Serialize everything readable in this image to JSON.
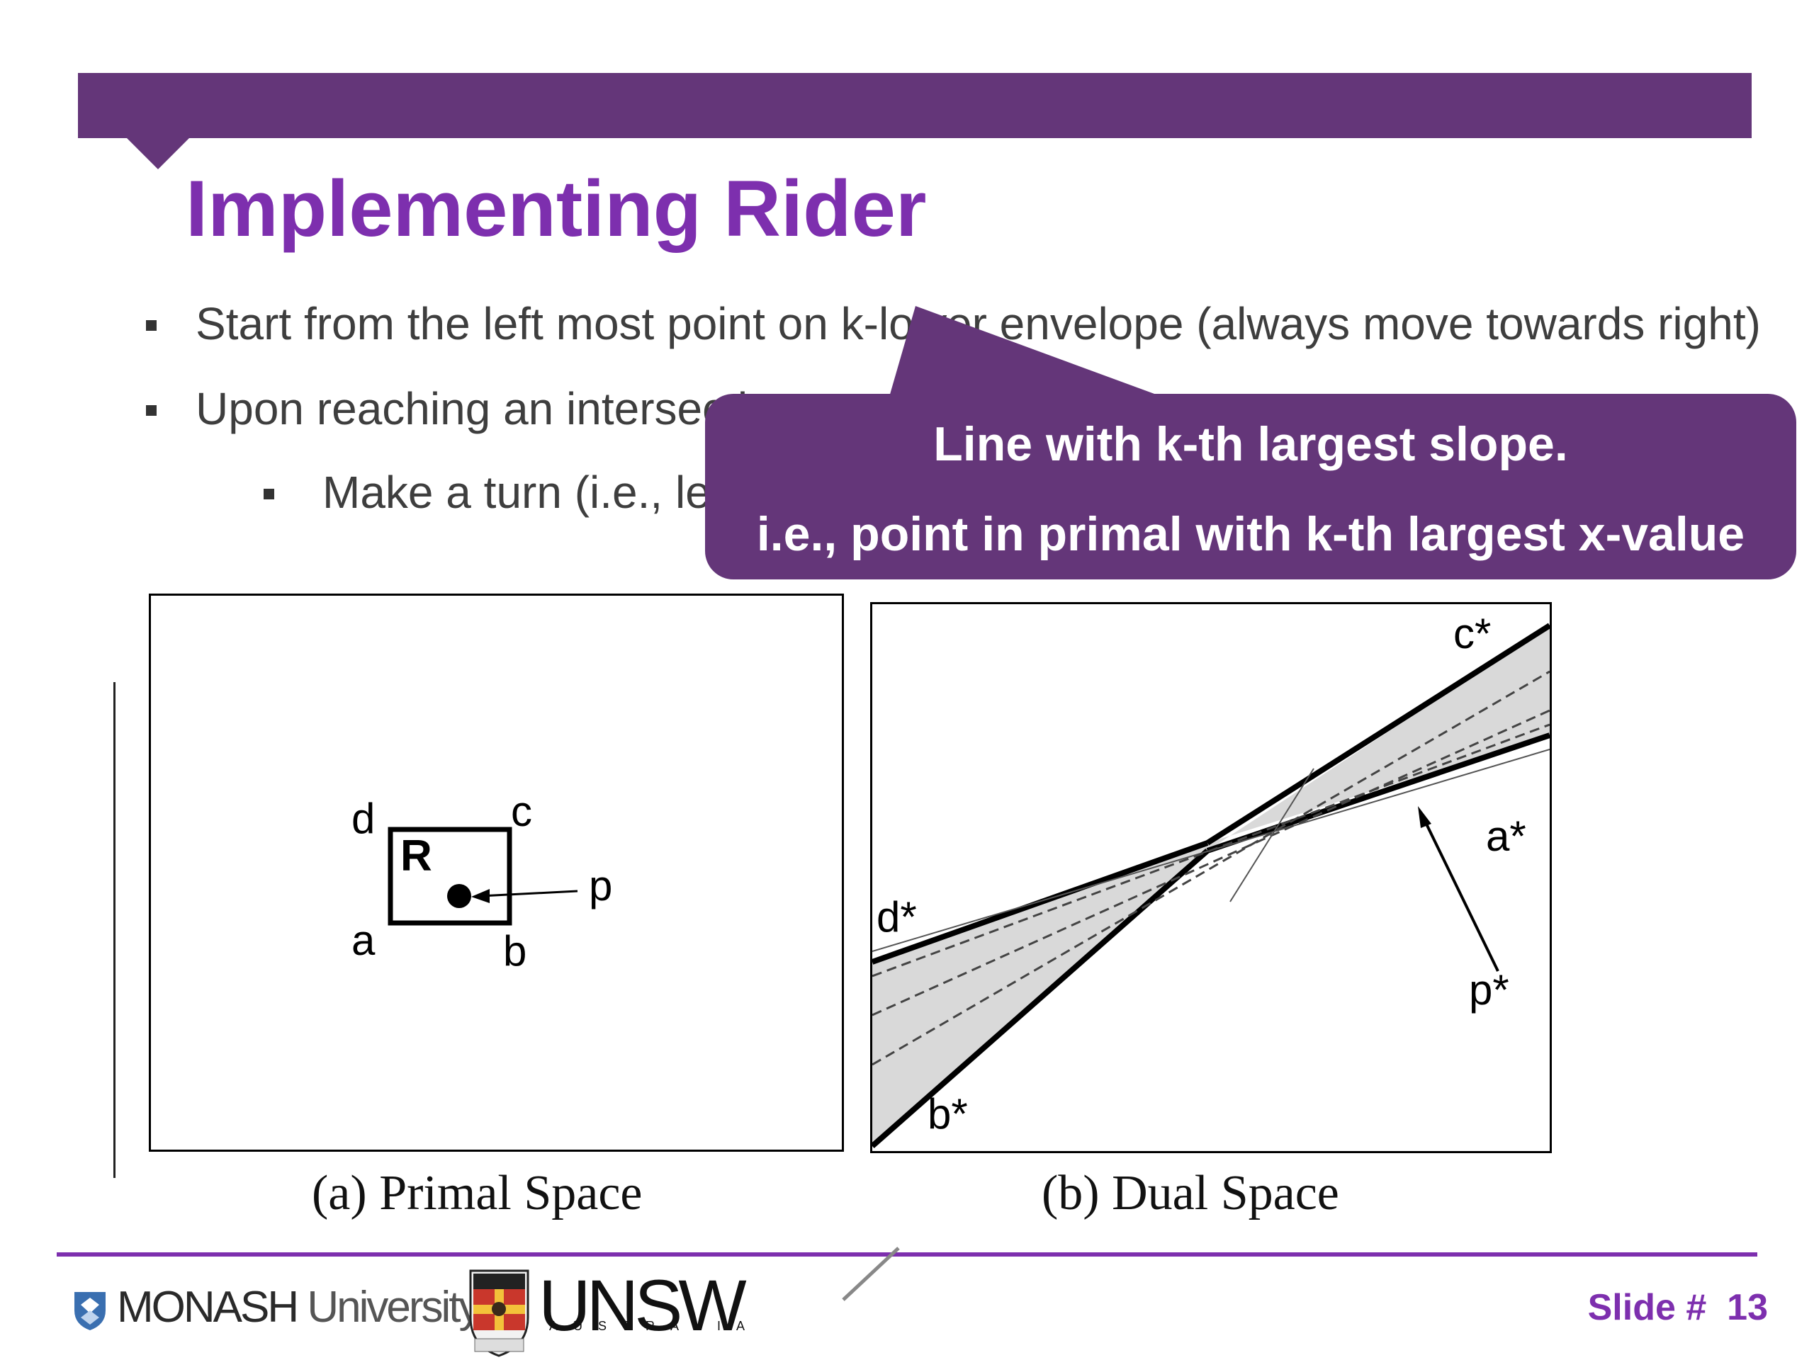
{
  "title": "Implementing Rider",
  "bullets": [
    {
      "text": "Start from the left most point on k-lower envelope (always move towards right)"
    },
    {
      "text": "Upon reaching an intersection"
    },
    {
      "text": "Make a turn (i.e., le"
    }
  ],
  "callout": {
    "line1": "Line with k-th largest slope.",
    "line2": "i.e., point in primal with k-th largest x-value"
  },
  "primal": {
    "caption": "(a) Primal Space",
    "labels": {
      "d": "d",
      "c": "c",
      "a": "a",
      "b": "b",
      "R": "R",
      "p": "p"
    }
  },
  "dual": {
    "caption": "(b) Dual Space",
    "labels": {
      "c": "c*",
      "a": "a*",
      "d": "d*",
      "b": "b*",
      "p": "p*"
    }
  },
  "footer": {
    "monash_bold": "MONASH",
    "monash_rest": " University",
    "unsw": "UNSW",
    "unsw_sub": "AUSTRALIA",
    "slide_label": "Slide #",
    "slide_number": "13"
  },
  "colors": {
    "brand_purple": "#643679",
    "title_purple": "#7d2fae"
  }
}
